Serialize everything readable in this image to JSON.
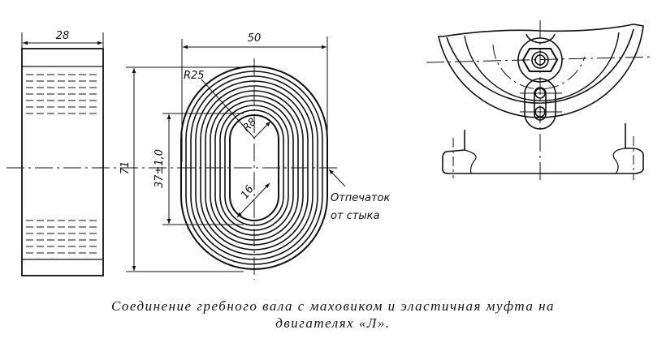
{
  "dimensions": {
    "width_block": "28",
    "width_oval": "50",
    "height_oval": "71",
    "inner_length": "37±1,0",
    "outer_radius": "R25",
    "inner_radius": "R8",
    "inner_width": "16"
  },
  "annotation": {
    "line1": "Отпечаток",
    "line2": "от стыка"
  },
  "caption": {
    "line1": "Соединение гребного вала с маховиком и эластичная муфта на",
    "line2": "двигателях «Л»."
  }
}
